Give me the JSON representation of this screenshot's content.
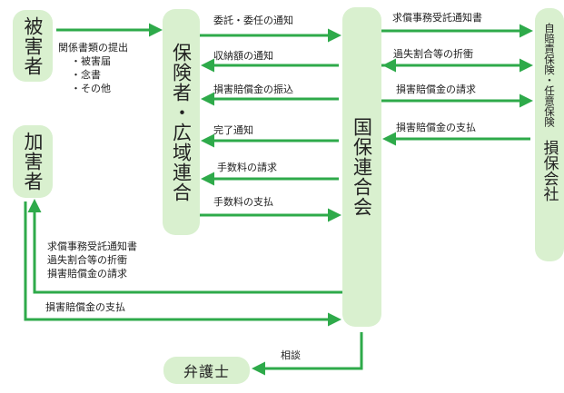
{
  "boxes": {
    "victim": "被害者",
    "perpetrator": "加害者",
    "insurer": "保険者・広域連合",
    "federation": "国保連合会",
    "insurance_company_sub": "自賠責保険・任意保険",
    "insurance_company_main": "損保会社",
    "lawyer": "弁護士"
  },
  "victim_docs": {
    "title": "関係書類の提出",
    "items": [
      "・被害届",
      "・念書",
      "・その他"
    ]
  },
  "flows": {
    "commission_notice": "委託・委任の通知",
    "receipt_notice": "収納額の通知",
    "damage_transfer": "損害賠償金の振込",
    "completion_notice": "完了通知",
    "fee_request": "手数料の請求",
    "fee_payment": "手数料の支払",
    "claim_notice": "求償事務受託通知書",
    "negotiation": "過失割合等の折衝",
    "damage_request": "損害賠償金の請求",
    "damage_payment_from_company": "損害賠償金の支払",
    "perp_lines": [
      "求償事務受託通知書",
      "過失割合等の折衝",
      "損害賠償金の請求"
    ],
    "perp_payment": "損害賠償金の支払",
    "consultation": "相談"
  },
  "colors": {
    "box": "#d9f0cf",
    "arrow": "#2eaa4a"
  }
}
